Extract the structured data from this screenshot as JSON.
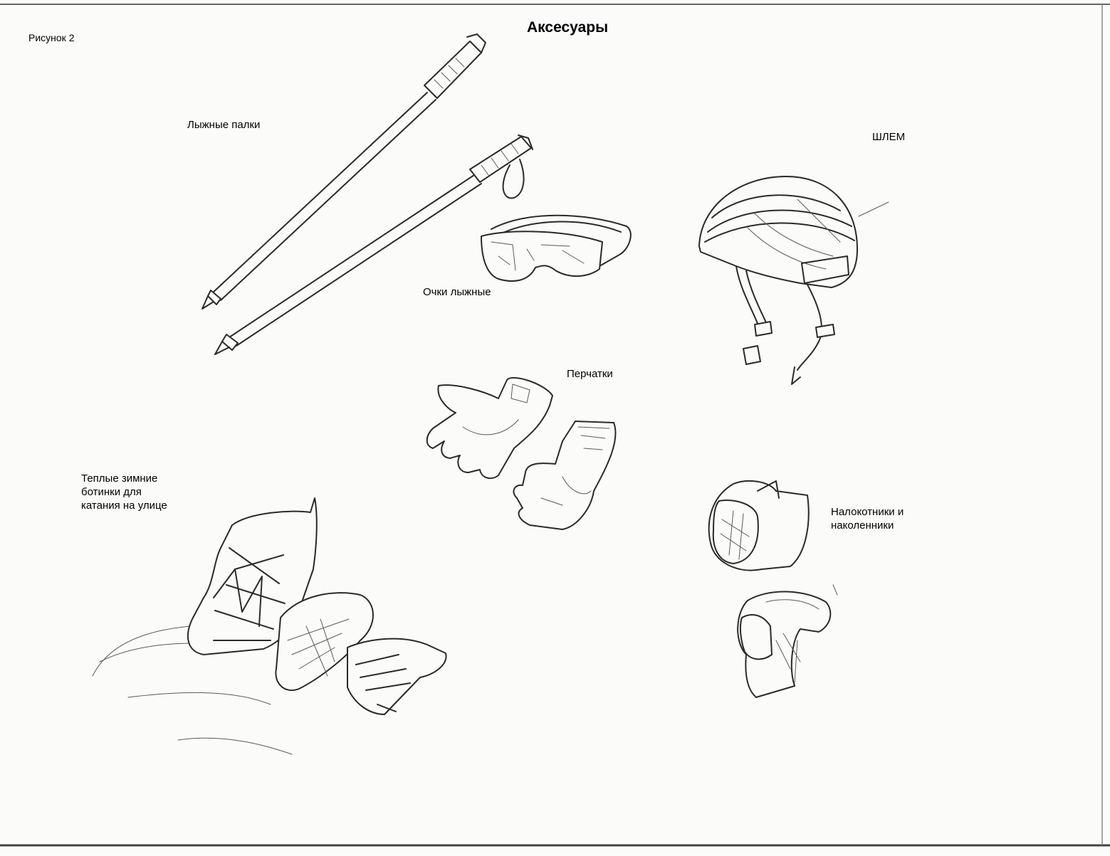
{
  "page": {
    "title": "Аксесуары",
    "figure_label": "Рисунок 2"
  },
  "items": {
    "poles": "Лыжные палки",
    "helmet": "ШЛЕМ",
    "goggles": "Очки лыжные",
    "gloves": "Перчатки",
    "boots": "Теплые зимние\nботинки для\nкатания на улице",
    "pads": "Налокотники и\nнаколенники"
  },
  "colors": {
    "paper": "#fbfbfa",
    "ink": "#2a2a2a",
    "frame": "#555555"
  }
}
